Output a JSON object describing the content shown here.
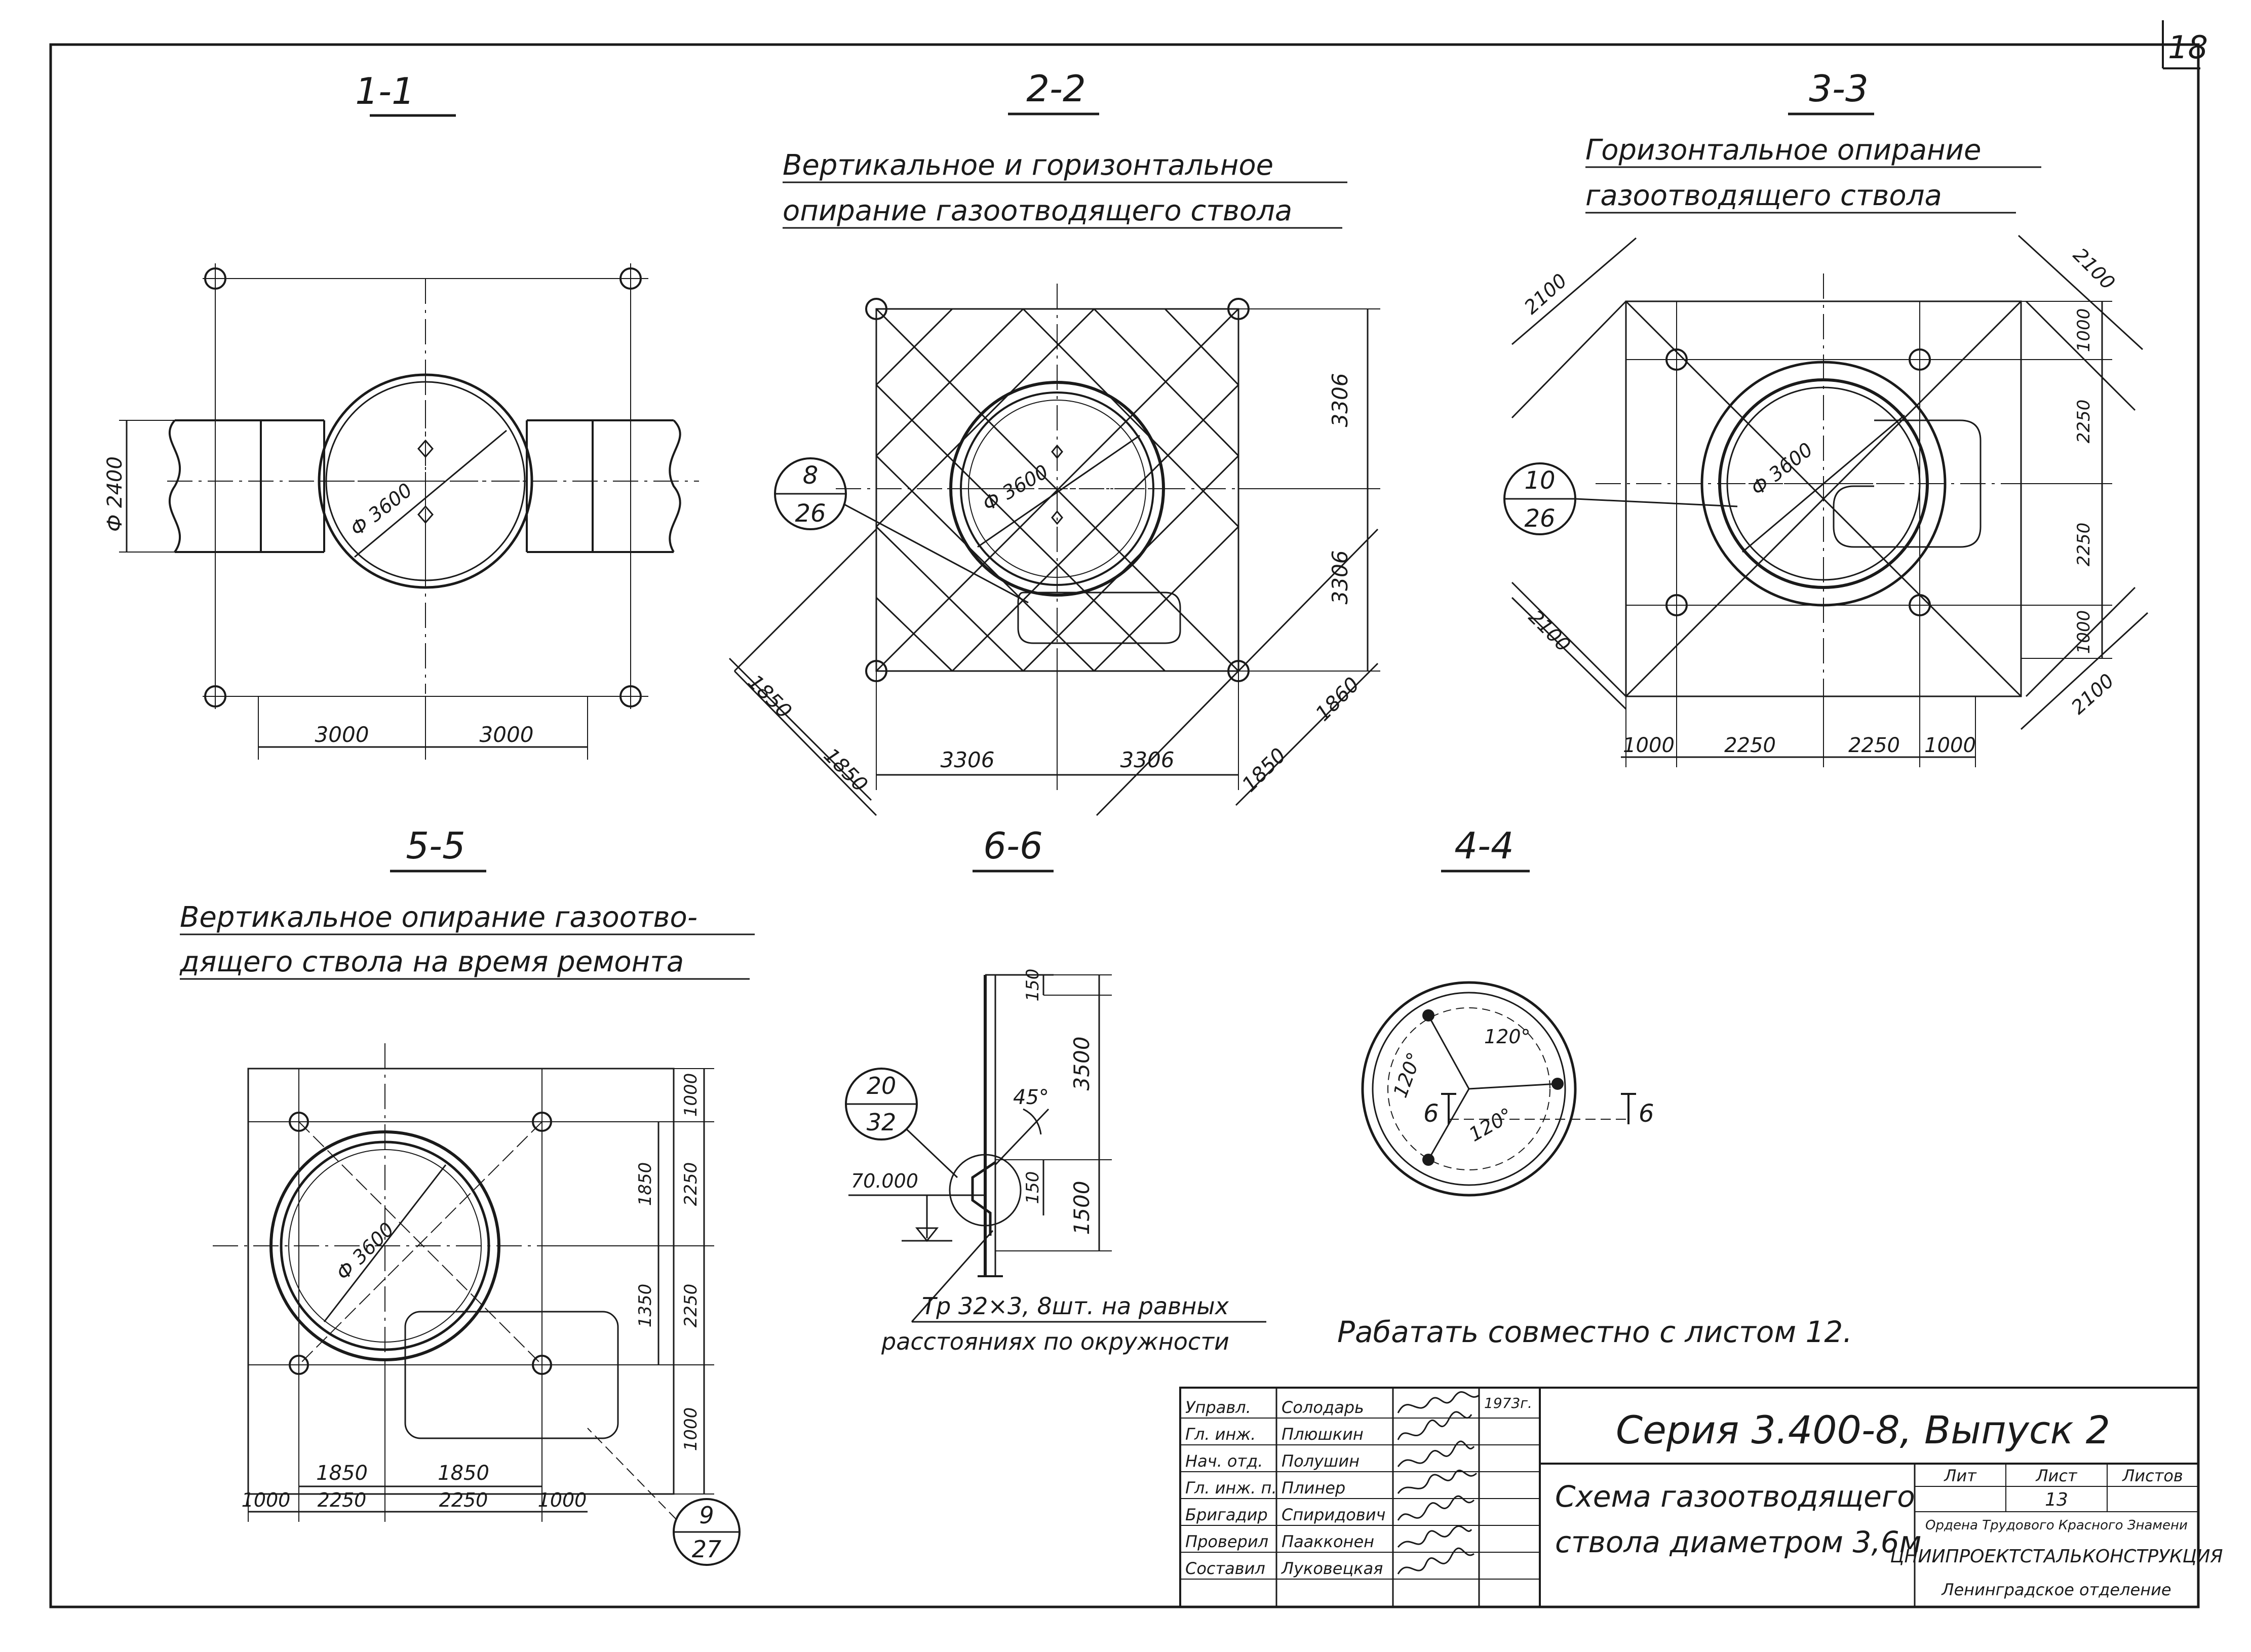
{
  "sheet_number": "18",
  "sections": {
    "s11": {
      "title": "1-1",
      "pipe_dia": "Ф 2400",
      "shaft_dia": "Ф 3600",
      "dims": [
        "3000",
        "3000"
      ]
    },
    "s22": {
      "title": "2-2",
      "caption_line1": "Вертикальное и горизонтальное",
      "caption_line2": "опирание газоотводящего ствола",
      "shaft_dia": "Ф 3600",
      "callout_top": "8",
      "callout_bottom": "26",
      "dims_vertical": [
        "3306",
        "3306"
      ],
      "dims_bottom": [
        "3306",
        "3306"
      ],
      "dims_diag": [
        "1850",
        "1850",
        "1850",
        "1860"
      ]
    },
    "s33": {
      "title": "3-3",
      "caption_line1": "Горизонтальное опирание",
      "caption_line2": "газоотводящего ствола",
      "shaft_dia": "Ф 3600",
      "callout_top": "10",
      "callout_bottom": "26",
      "dims_bottom": [
        "1000",
        "2250",
        "2250",
        "1000"
      ],
      "dims_right": [
        "1000",
        "2250",
        "2250",
        "1000"
      ],
      "dims_diag": [
        "2100",
        "2100",
        "2100",
        "2100"
      ]
    },
    "s55": {
      "title": "5-5",
      "caption_line1": "Вертикальное опирание газоотво-",
      "caption_line2": "дящего ствола на время ремонта",
      "shaft_dia": "Ф 3600",
      "callout_top": "9",
      "callout_bottom": "27",
      "dims_right_outer": [
        "1000",
        "2250",
        "2250",
        "1000"
      ],
      "dims_right_inner": [
        "1850",
        "1350"
      ],
      "dims_bottom_inner": [
        "1850",
        "1850"
      ],
      "dims_bottom_outer": [
        "1000",
        "2250",
        "2250",
        "1000"
      ]
    },
    "s66": {
      "title": "6-6",
      "dims": [
        "150",
        "3500",
        "150",
        "1500"
      ],
      "angle": "45°",
      "elevation": "70.000",
      "callout_top": "20",
      "callout_bottom": "32",
      "note_line1": "Тр 32×3, 8шт. на равных",
      "note_line2": "расстояниях по окружности"
    },
    "s44": {
      "title": "4-4",
      "angles": [
        "120°",
        "120°",
        "120°"
      ],
      "section_mark": "6"
    }
  },
  "general_note": "Рабатать совместно с листом 12.",
  "title_block": {
    "roles": [
      "Управл.",
      "Гл. инж.",
      "Нач. отд.",
      "Гл. инж. п.",
      "Бригадир",
      "Проверил",
      "Составил"
    ],
    "names": [
      "Солодарь",
      "Плюшкин",
      "Полушин",
      "Плинер",
      "Спиридович",
      "Паакконен",
      "Луковецкая"
    ],
    "date": "1973г.",
    "series": "Серия 3.400-8, Выпуск 2",
    "drawing_title_line1": "Схема газоотводящего",
    "drawing_title_line2": "ствола диаметром 3,6м",
    "header_stage": "Лит",
    "header_sheet": "Лист",
    "header_sheets": "Листов",
    "sheet_value": "13",
    "org_line1": "Ордена Трудового Красного Знамени",
    "org_line2": "ЦНИИПРОЕКТСТАЛЬКОНСТРУКЦИЯ",
    "org_line3": "Ленинградское отделение"
  }
}
